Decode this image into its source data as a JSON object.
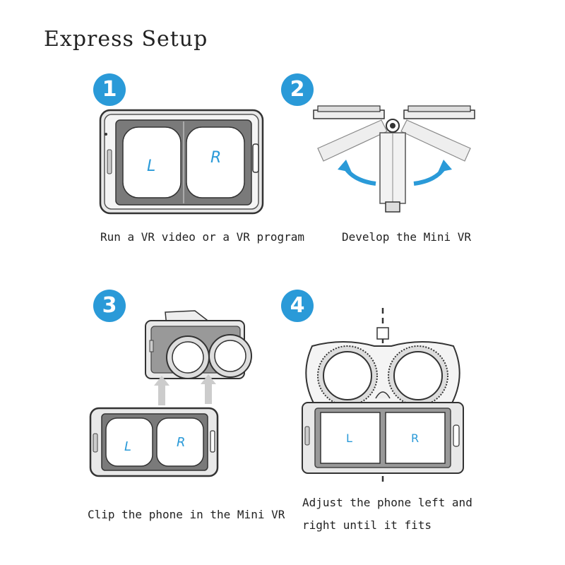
{
  "title": "Express Setup",
  "accent_color": "#2a9ad8",
  "steps": [
    {
      "number": "1",
      "caption": "Run a VR video or a VR program",
      "lens_left": "L",
      "lens_right": "R"
    },
    {
      "number": "2",
      "caption": "Develop the Mini VR"
    },
    {
      "number": "3",
      "caption": "Clip the phone in the Mini VR",
      "lens_left": "L",
      "lens_right": "R"
    },
    {
      "number": "4",
      "caption_line1": "Adjust the phone left and",
      "caption_line2": "right until it fits",
      "lens_left": "L",
      "lens_right": "R"
    }
  ]
}
